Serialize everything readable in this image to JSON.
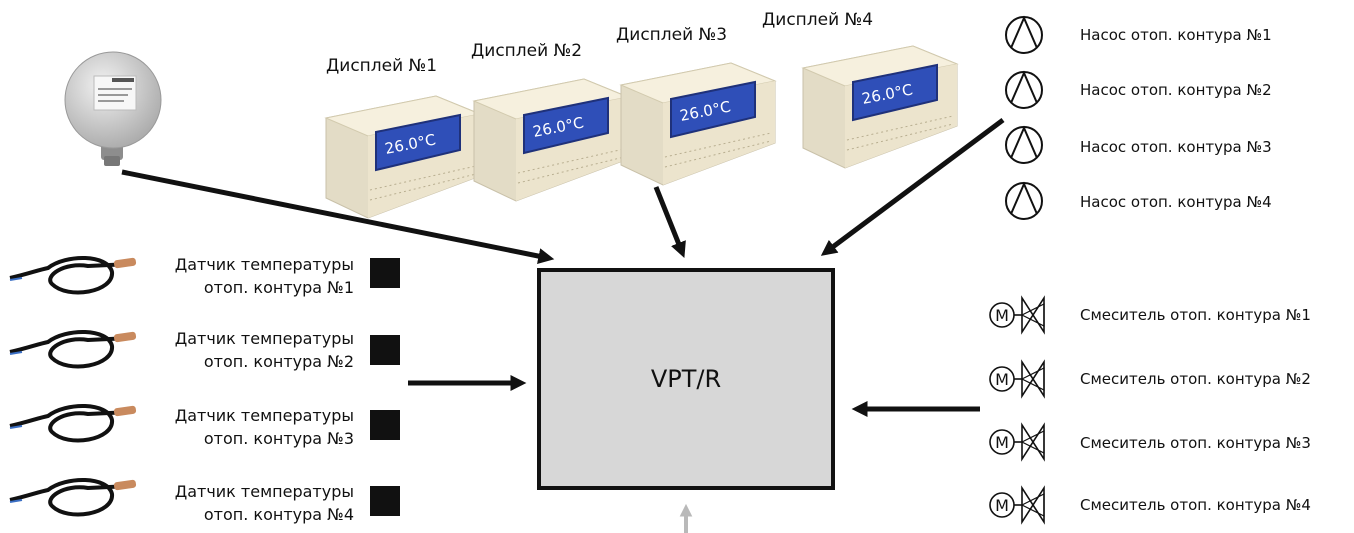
{
  "controller": {
    "label": "VPT/R"
  },
  "displays": [
    {
      "label": "Дисплей №1",
      "screen_temp": "26.0°C"
    },
    {
      "label": "Дисплей №2",
      "screen_temp": "26.0°C"
    },
    {
      "label": "Дисплей №3",
      "screen_temp": "26.0°C"
    },
    {
      "label": "Дисплей №4",
      "screen_temp": "26.0°C"
    }
  ],
  "sensors": [
    {
      "line1": "Датчик температуры",
      "line2": "отоп. контура №1"
    },
    {
      "line1": "Датчик температуры",
      "line2": "отоп. контура №2"
    },
    {
      "line1": "Датчик температуры",
      "line2": "отоп. контура №3"
    },
    {
      "line1": "Датчик температуры",
      "line2": "отоп. контура №4"
    }
  ],
  "pumps": [
    {
      "label": "Насос отоп. контура №1"
    },
    {
      "label": "Насос отоп. контура №2"
    },
    {
      "label": "Насос отоп. контура №3"
    },
    {
      "label": "Насос отоп. контура №4"
    }
  ],
  "mixers": [
    {
      "label": "Смеситель отоп. контура №1",
      "motor_letter": "M"
    },
    {
      "label": "Смеситель отоп. контура №2",
      "motor_letter": "M"
    },
    {
      "label": "Смеситель отоп. контура №3",
      "motor_letter": "M"
    },
    {
      "label": "Смеситель отоп. контура №4",
      "motor_letter": "M"
    }
  ],
  "colors": {
    "controller_fill": "#d7d7d7",
    "display_body": "#f1ead7",
    "display_screen": "#2f4fb8",
    "arrow": "#111111",
    "arrow_light": "#b9b9b9",
    "cable": "#111111",
    "sensor_tip": "#c98a5e"
  }
}
